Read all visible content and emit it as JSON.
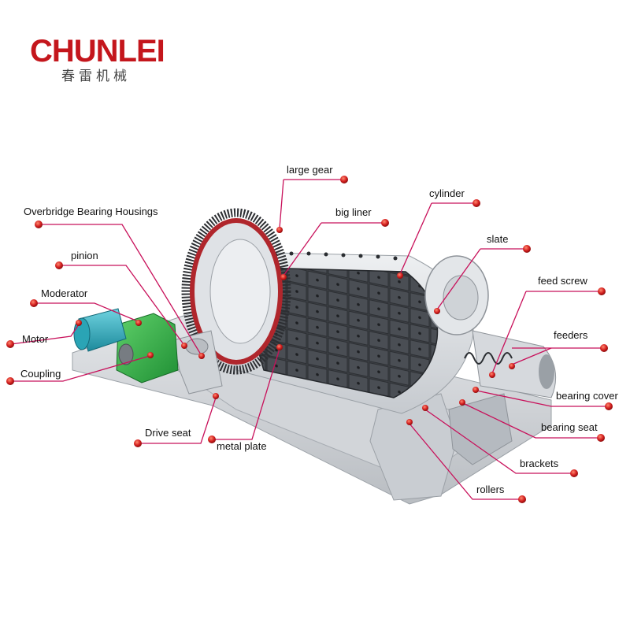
{
  "brand": {
    "name": "CHUNLEI",
    "subtitle": "春雷机械",
    "color": "#c4161c"
  },
  "diagram": {
    "leader_color": "#c8105a",
    "dot_color": "#d42020",
    "labels": {
      "large_gear": "large gear",
      "cylinder": "cylinder",
      "big_liner": "big liner",
      "overbridge": "Overbridge Bearing Housings",
      "slate": "slate",
      "pinion": "pinion",
      "feed_screw": "feed screw",
      "moderator": "Moderator",
      "motor": "Motor",
      "feeders": "feeders",
      "coupling": "Coupling",
      "bearing_cover": "bearing cover",
      "bearing_seat": "bearing seat",
      "drive_seat": "Drive seat",
      "metal_plate": "metal plate",
      "brackets": "brackets",
      "rollers": "rollers"
    }
  }
}
